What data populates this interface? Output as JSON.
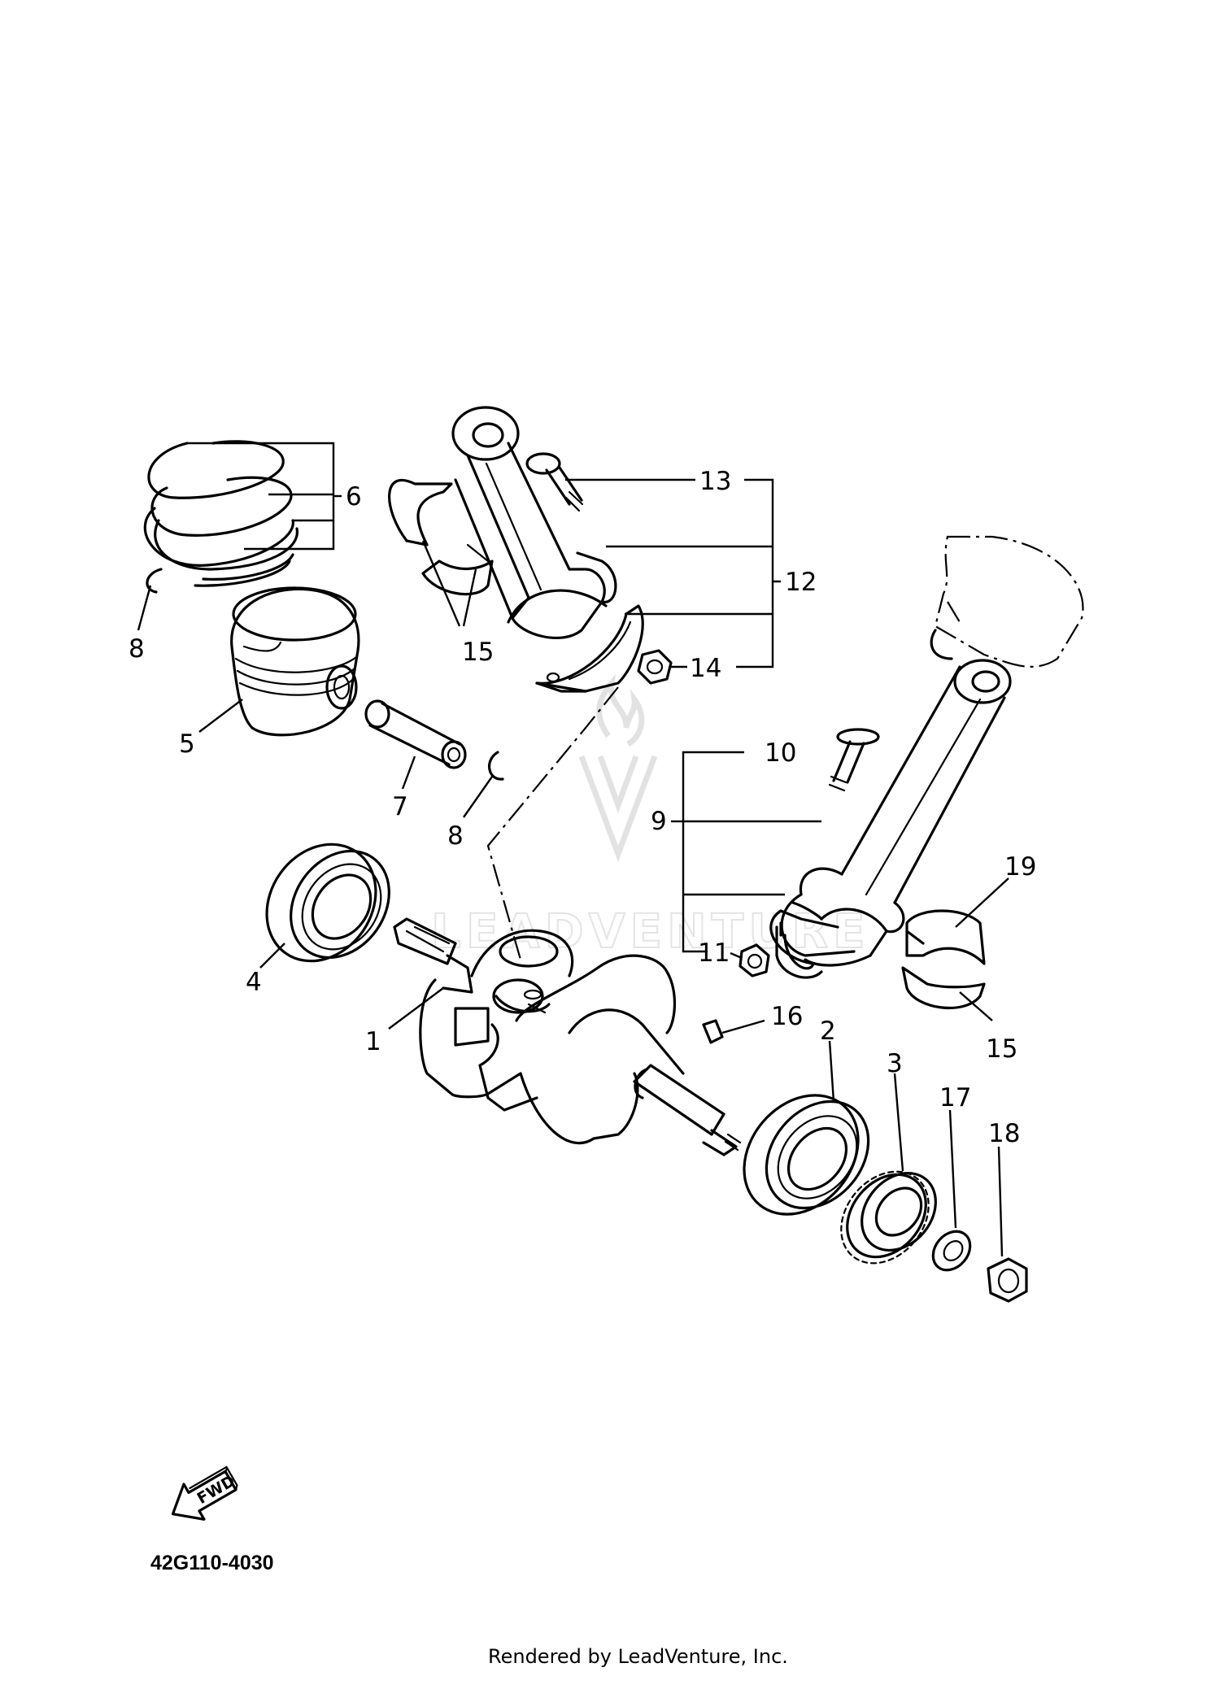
{
  "diagram": {
    "diagram_code": "42G110-4030",
    "rendered_by": "Rendered by LeadVenture, Inc.",
    "fwd_label": "FWD",
    "callouts": [
      "1",
      "2",
      "3",
      "4",
      "5",
      "6",
      "7",
      "8",
      "8",
      "9",
      "10",
      "11",
      "12",
      "13",
      "14",
      "15",
      "15",
      "16",
      "17",
      "18",
      "19"
    ]
  }
}
